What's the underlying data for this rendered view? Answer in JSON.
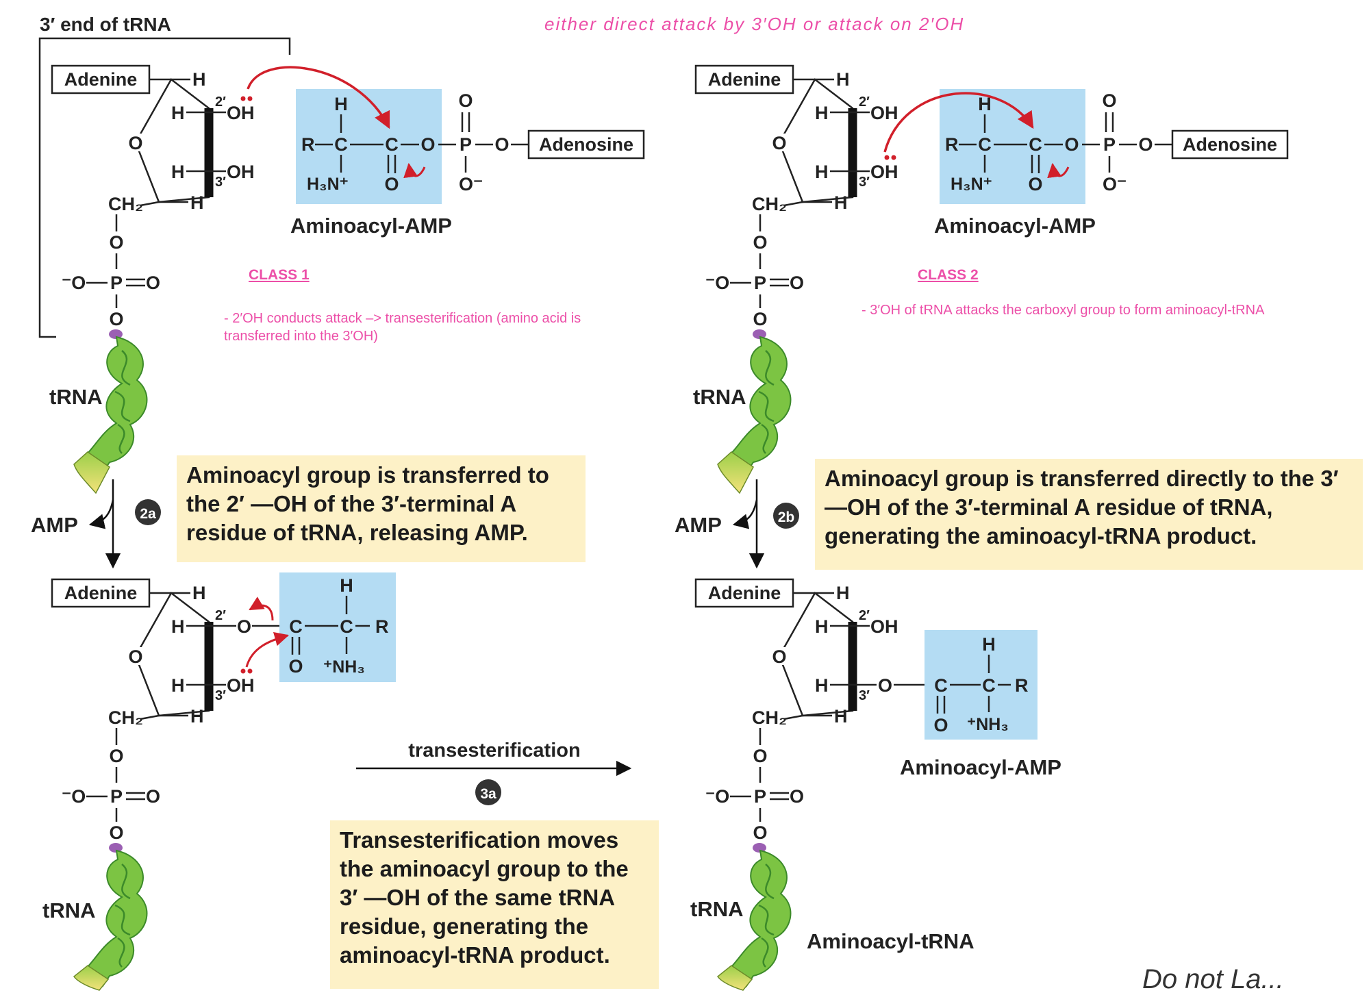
{
  "title": "3′ end of tRNA",
  "handwritten_note": "either direct attack by 3′OH or attack on 2′OH",
  "labels": {
    "adenine": "Adenine",
    "adenosine": "Adenosine",
    "trna": "tRNA",
    "amp": "AMP",
    "aminoacyl_amp": "Aminoacyl-AMP",
    "aminoacyl_trna": "Aminoacyl-tRNA",
    "transesterification": "transesterification"
  },
  "steps": {
    "s2a": "2a",
    "s2b": "2b",
    "s3a": "3a"
  },
  "chem": {
    "H": "H",
    "R": "R",
    "C": "C",
    "O": "O",
    "P": "P",
    "OH": "OH",
    "O_minus": "O⁻",
    "minus_O": "⁻O",
    "H3N": "H₃N⁺",
    "NH3": "⁺NH₃",
    "CH2": "CH₂",
    "pos2": "2′",
    "pos3": "3′"
  },
  "class1": {
    "title": "CLASS 1",
    "text": "- 2′OH conducts attack –> transesterification (amino acid is transferred into the 3′OH)"
  },
  "class2": {
    "title": "CLASS 2",
    "text": "- 3′OH of tRNA attacks the carboxyl group to form aminoacyl-tRNA"
  },
  "captions": {
    "c2a": "Aminoacyl group is transferred to the 2′ —OH of the 3′-terminal A residue of tRNA, releasing AMP.",
    "c2b": "Aminoacyl group is transferred directly to the 3′ —OH of the 3′-terminal A residue of tRNA, generating the aminoacyl-tRNA product.",
    "c3a": "Transesterification moves the aminoacyl group to the 3′ —OH of the same tRNA residue, generating the aminoacyl-tRNA product."
  },
  "footer": "Do not La... ",
  "colors": {
    "aminoacyl_box": "#b4dcf3",
    "caption_box": "#fdf1c7",
    "arrow_red": "#d11f2a",
    "note_pink": "#ec4fa8",
    "trna_green": "#7cc443"
  }
}
